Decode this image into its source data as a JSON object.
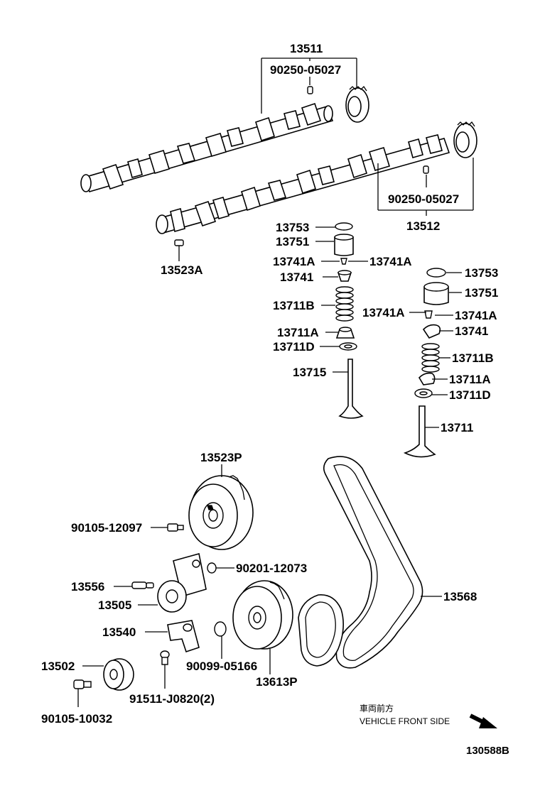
{
  "labels": {
    "p13511": "13511",
    "p90250_top": "90250-05027",
    "p90250_bot": "90250-05027",
    "p13512": "13512",
    "p13523A": "13523A",
    "p13753_l": "13753",
    "p13751_l": "13751",
    "p13741A_ll": "13741A",
    "p13741A_lr": "13741A",
    "p13741_l": "13741",
    "p13711B_l": "13711B",
    "p13711A_l": "13711A",
    "p13711D_l": "13711D",
    "p13715": "13715",
    "p13753_r": "13753",
    "p13751_r": "13751",
    "p13741A_rl": "13741A",
    "p13741A_rr": "13741A",
    "p13741_r": "13741",
    "p13711B_r": "13711B",
    "p13711A_r": "13711A",
    "p13711D_r": "13711D",
    "p13711": "13711",
    "p13523P": "13523P",
    "p90105_12097": "90105-12097",
    "p90201_12073": "90201-12073",
    "p13556": "13556",
    "p13505": "13505",
    "p13568": "13568",
    "p13540": "13540",
    "p13502": "13502",
    "p90099_05166": "90099-05166",
    "p13613P": "13613P",
    "p91511": "91511-J0820(2)",
    "p90105_10032": "90105-10032"
  },
  "direction": {
    "jp": "車両前方",
    "en": "VEHICLE FRONT SIDE"
  },
  "figure_id": "130588B"
}
